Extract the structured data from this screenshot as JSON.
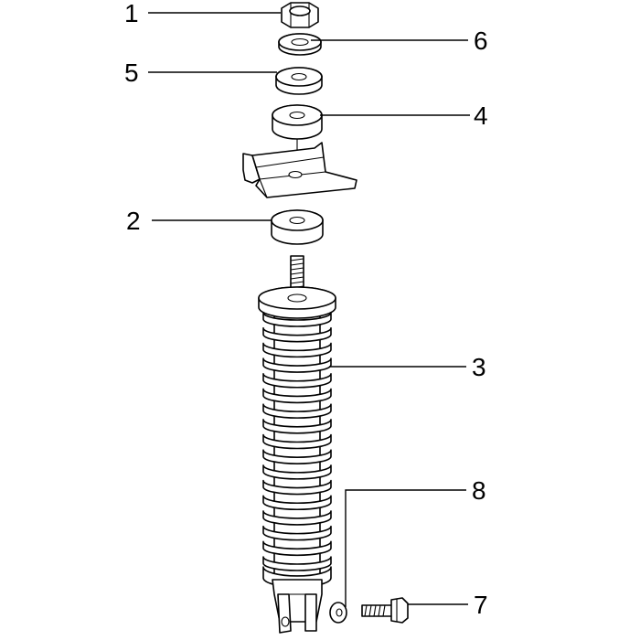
{
  "callouts": {
    "nut": "1",
    "lower_bushing": "2",
    "shock_absorber": "3",
    "upper_bushing": "4",
    "washer": "5",
    "lock_washer": "6",
    "mounting_bolt": "7",
    "bolt_washer": "8"
  },
  "colors": {
    "ink": "#000000",
    "paper": "#ffffff"
  }
}
